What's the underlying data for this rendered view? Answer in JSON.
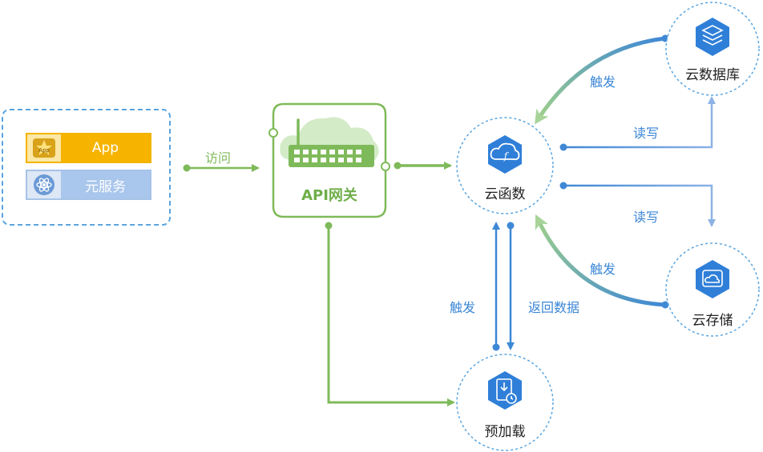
{
  "clients": {
    "app_label": "App",
    "meta_service_label": "元服务",
    "app_icon_text": "App"
  },
  "gateway": {
    "label": "API网关"
  },
  "nodes": {
    "function": "云函数",
    "database": "云数据库",
    "storage": "云存储",
    "preload": "预加载"
  },
  "edges": {
    "visit": "访问",
    "trigger_db": "触发",
    "rw_db": "读写",
    "rw_storage": "读写",
    "trigger_storage": "触发",
    "trigger_preload": "触发",
    "return_data": "返回数据"
  },
  "colors": {
    "green": "#7fba5a",
    "blue": "#3e88d6",
    "blue_light": "#8db2e6",
    "node_fill": "#2f7fd8",
    "label_blue": "#3b86d6",
    "app_yellow": "#f6b400",
    "meta_blue": "#a9c6ec"
  }
}
